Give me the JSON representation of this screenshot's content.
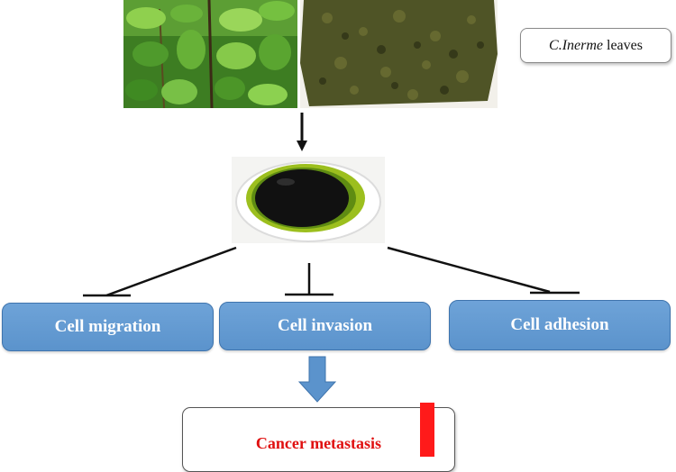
{
  "source_label": {
    "italic": "C.Inerme",
    "rest": "leaves"
  },
  "outcomes": [
    {
      "label": "Cell migration"
    },
    {
      "label": "Cell invasion"
    },
    {
      "label": "Cell adhesion"
    }
  ],
  "result": {
    "label": "Cancer metastasis"
  },
  "colors": {
    "outcome_fill": "#5b93cc",
    "outcome_border": "#3f74ad",
    "down_arrow": "#5b93cc",
    "result_text": "#e01010",
    "result_bar": "#ff1a1a",
    "plant_leaf": "#4d9a2a",
    "dried_leaf": "#4a5224",
    "extract": "#111111",
    "extract_rim": "#8fb31a"
  },
  "icons": {
    "photo_plant": "plant-photo",
    "photo_dried": "dried-leaves-photo",
    "bowl": "extract-bowl-image",
    "down_arrow": "arrow-down-icon"
  }
}
